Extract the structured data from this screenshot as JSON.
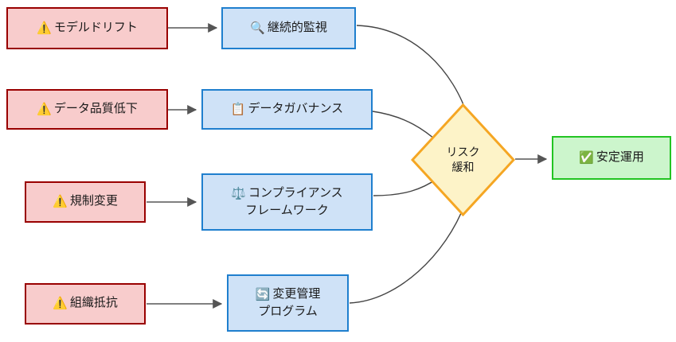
{
  "diagram": {
    "type": "flowchart",
    "direction": "left-to-right",
    "background": "#ffffff",
    "palette": {
      "risk_fill": "#f8cccc",
      "risk_border": "#990000",
      "mitigation_fill": "#cfe2f7",
      "mitigation_border": "#1f7fce",
      "decision_fill": "#fdf3c8",
      "decision_border": "#f5a623",
      "outcome_fill": "#ccf5cc",
      "outcome_border": "#22c422",
      "edge_straight": "#808080",
      "edge_curved": "#444444"
    }
  },
  "nodes": {
    "risk_model_drift": {
      "label": "モデルドリフト",
      "icon": "warning-icon",
      "icon_glyph": "⚠️",
      "shape": "rect",
      "category": "risk"
    },
    "risk_data_quality": {
      "label": "データ品質低下",
      "icon": "warning-icon",
      "icon_glyph": "⚠️",
      "shape": "rect",
      "category": "risk"
    },
    "risk_regulation": {
      "label": "規制変更",
      "icon": "warning-icon",
      "icon_glyph": "⚠️",
      "shape": "rect",
      "category": "risk"
    },
    "risk_org_resistance": {
      "label": "組織抵抗",
      "icon": "warning-icon",
      "icon_glyph": "⚠️",
      "shape": "rect",
      "category": "risk"
    },
    "mitig_monitoring": {
      "label": "継続的監視",
      "icon": "magnifier-icon",
      "icon_glyph": "🔍",
      "shape": "rect",
      "category": "mitigation"
    },
    "mitig_governance": {
      "label": "データガバナンス",
      "icon": "clipboard-icon",
      "icon_glyph": "📋",
      "shape": "rect",
      "category": "mitigation"
    },
    "mitig_compliance": {
      "label": "コンプライアンス\nフレームワーク",
      "icon": "scales-icon",
      "icon_glyph": "⚖️",
      "shape": "rect",
      "category": "mitigation"
    },
    "mitig_change_mgmt": {
      "label": "変更管理\nプログラム",
      "icon": "refresh-icon",
      "icon_glyph": "🔄",
      "shape": "rect",
      "category": "mitigation"
    },
    "decision_risk_mitigation": {
      "label": "リスク\n緩和",
      "icon": "",
      "icon_glyph": "",
      "shape": "diamond",
      "category": "decision"
    },
    "outcome_stable_ops": {
      "label": "安定運用",
      "icon": "check-box-icon",
      "icon_glyph": "✅",
      "shape": "rect",
      "category": "outcome"
    }
  },
  "edges": [
    {
      "from": "risk_model_drift",
      "to": "mitig_monitoring",
      "style": "straight-arrow"
    },
    {
      "from": "risk_data_quality",
      "to": "mitig_governance",
      "style": "straight-arrow"
    },
    {
      "from": "risk_regulation",
      "to": "mitig_compliance",
      "style": "straight-arrow"
    },
    {
      "from": "risk_org_resistance",
      "to": "mitig_change_mgmt",
      "style": "straight-arrow"
    },
    {
      "from": "mitig_monitoring",
      "to": "decision_risk_mitigation",
      "style": "curved-arrow"
    },
    {
      "from": "mitig_governance",
      "to": "decision_risk_mitigation",
      "style": "curved-arrow"
    },
    {
      "from": "mitig_compliance",
      "to": "decision_risk_mitigation",
      "style": "curved-arrow"
    },
    {
      "from": "mitig_change_mgmt",
      "to": "decision_risk_mitigation",
      "style": "curved-arrow"
    },
    {
      "from": "decision_risk_mitigation",
      "to": "outcome_stable_ops",
      "style": "straight-arrow"
    }
  ]
}
